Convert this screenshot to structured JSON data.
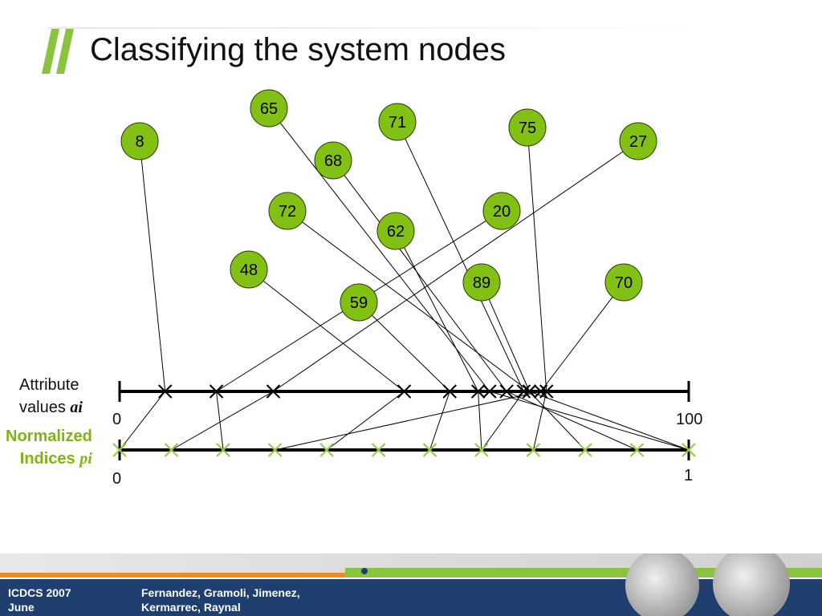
{
  "slide": {
    "title": "Classifying the system nodes"
  },
  "diagram": {
    "attribute_axis": {
      "label_line1": "Attribute",
      "label_line2": "values ",
      "label_var": "ai",
      "min_label": "0",
      "max_label": "100",
      "min": 0,
      "max": 100
    },
    "index_axis": {
      "label_line1": "Normalized",
      "label_line2": "Indices ",
      "label_var": "pi",
      "min_label": "0",
      "max_label": "1",
      "min": 0,
      "max": 1
    },
    "nodes": [
      {
        "label": "8",
        "value": 8,
        "index": 0.0
      },
      {
        "label": "65",
        "value": 65,
        "index": 1.0
      },
      {
        "label": "71",
        "value": 71,
        "index": 0.636
      },
      {
        "label": "75",
        "value": 75,
        "index": 0.727
      },
      {
        "label": "27",
        "value": 27,
        "index": 0.091
      },
      {
        "label": "68",
        "value": 68,
        "index": 0.909
      },
      {
        "label": "72",
        "value": 72,
        "index": 1.0
      },
      {
        "label": "20",
        "value": 17,
        "index": 0.182
      },
      {
        "label": "62",
        "value": 63,
        "index": 0.636
      },
      {
        "label": "48",
        "value": 50,
        "index": 0.364
      },
      {
        "label": "89",
        "value": 72,
        "index": 0.818
      },
      {
        "label": "70",
        "value": 74,
        "index": 0.273
      },
      {
        "label": "59",
        "value": 58,
        "index": 0.545
      }
    ],
    "index_crosses": [
      0.0,
      0.091,
      0.182,
      0.273,
      0.364,
      0.455,
      0.545,
      0.636,
      0.727,
      0.818,
      0.909,
      1.0
    ],
    "colors": {
      "node_fill": "#82c014",
      "node_stroke": "#2a3a00",
      "index_cross": "#9ccc3c",
      "normalized_label": "#7fb512"
    }
  },
  "footer": {
    "conference": "ICDCS 2007",
    "date": "June",
    "authors_line1": "Fernandez, Gramoli, Jimenez,",
    "authors_line2": "Kermarrec, Raynal"
  }
}
